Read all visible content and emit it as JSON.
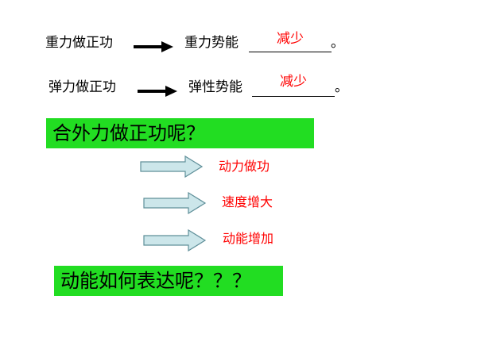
{
  "colors": {
    "answer": "#ff0000",
    "highlight_bg": "#22dd22",
    "arrow_fill": "#cce6ea",
    "arrow_stroke": "#5f8f99",
    "black_arrow": "#000000"
  },
  "row1": {
    "left": "重力做正功",
    "arrow_icon": "black-right-arrow-icon",
    "right": "重力势能",
    "answer": "减少",
    "end": "。"
  },
  "row2": {
    "left": "弹力做正功",
    "arrow_icon": "black-right-arrow-icon",
    "right": "弹性势能",
    "answer": "减少",
    "end": "。"
  },
  "question1": "合外力做正功呢？",
  "chain": {
    "arrow_icon": "light-blue-block-arrow-icon",
    "items": [
      "动力做功",
      "速度增大",
      "动能增加"
    ]
  },
  "question2": "动能如何表达呢？？？"
}
